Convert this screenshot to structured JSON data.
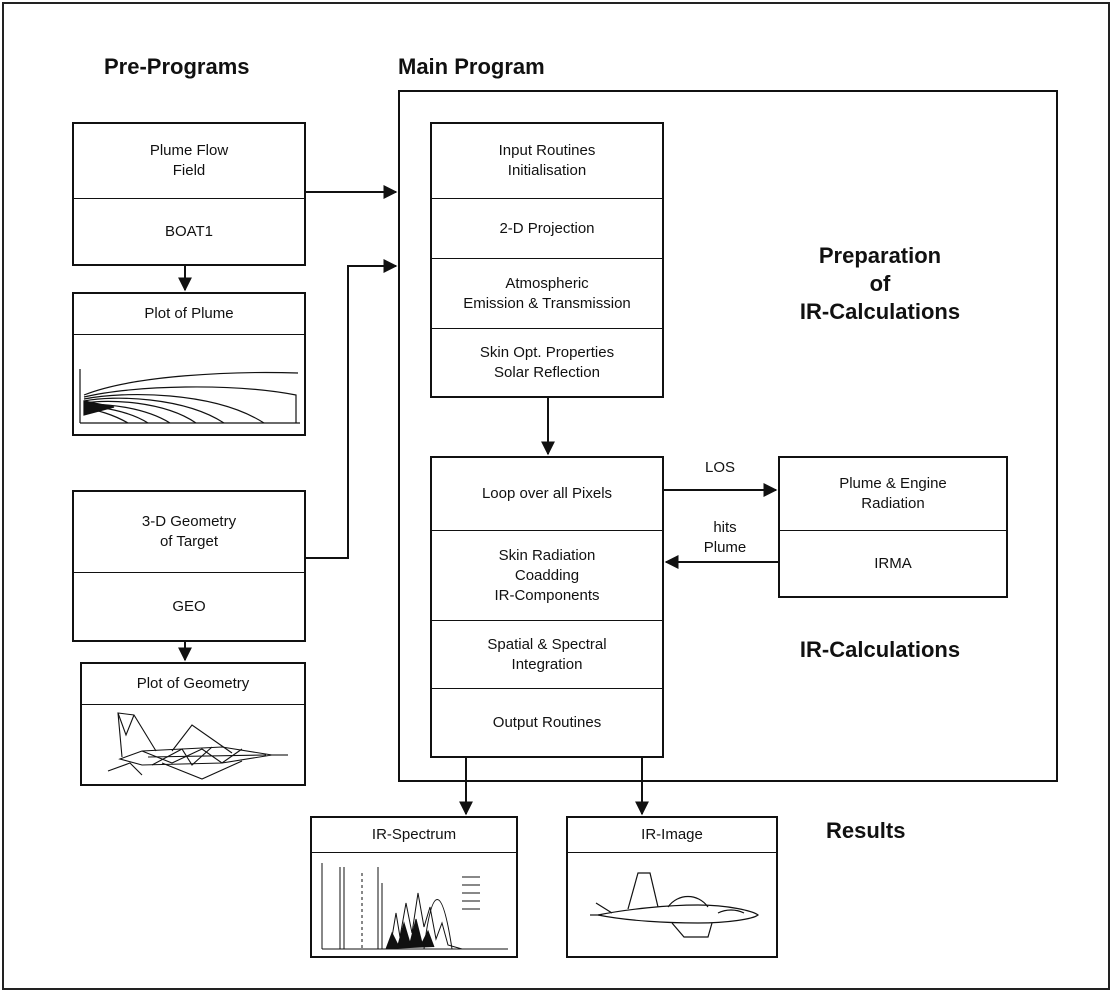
{
  "headings": {
    "pre_programs": "Pre-Programs",
    "main_program": "Main Program",
    "results": "Results"
  },
  "sections": {
    "preparation": [
      "Preparation",
      "of",
      "IR-Calculations"
    ],
    "ir_calculations": "IR-Calculations"
  },
  "pre": {
    "plume_box": [
      "Plume Flow",
      "Field"
    ],
    "boat": "BOAT1",
    "plot_plume": "Plot of Plume",
    "geom_box": [
      "3-D Geometry",
      "of Target"
    ],
    "geo": "GEO",
    "plot_geometry": "Plot of Geometry"
  },
  "main": {
    "prep_cells": [
      [
        "Input Routines",
        "Initialisation"
      ],
      [
        "2-D Projection"
      ],
      [
        "Atmospheric",
        "Emission & Transmission"
      ],
      [
        "Skin Opt. Properties",
        "Solar Reflection"
      ]
    ],
    "calc_cells": [
      [
        "Loop over all Pixels"
      ],
      [
        "Skin Radiation",
        "Coadding",
        "IR-Components"
      ],
      [
        "Spatial & Spectral",
        "Integration"
      ],
      [
        "Output Routines"
      ]
    ]
  },
  "side": {
    "plume_engine": [
      "Plume & Engine",
      "Radiation"
    ],
    "irma": "IRMA",
    "los": "LOS",
    "hits_plume": [
      "hits",
      "Plume"
    ]
  },
  "outputs": {
    "spectrum": "IR-Spectrum",
    "image": "IR-Image"
  }
}
